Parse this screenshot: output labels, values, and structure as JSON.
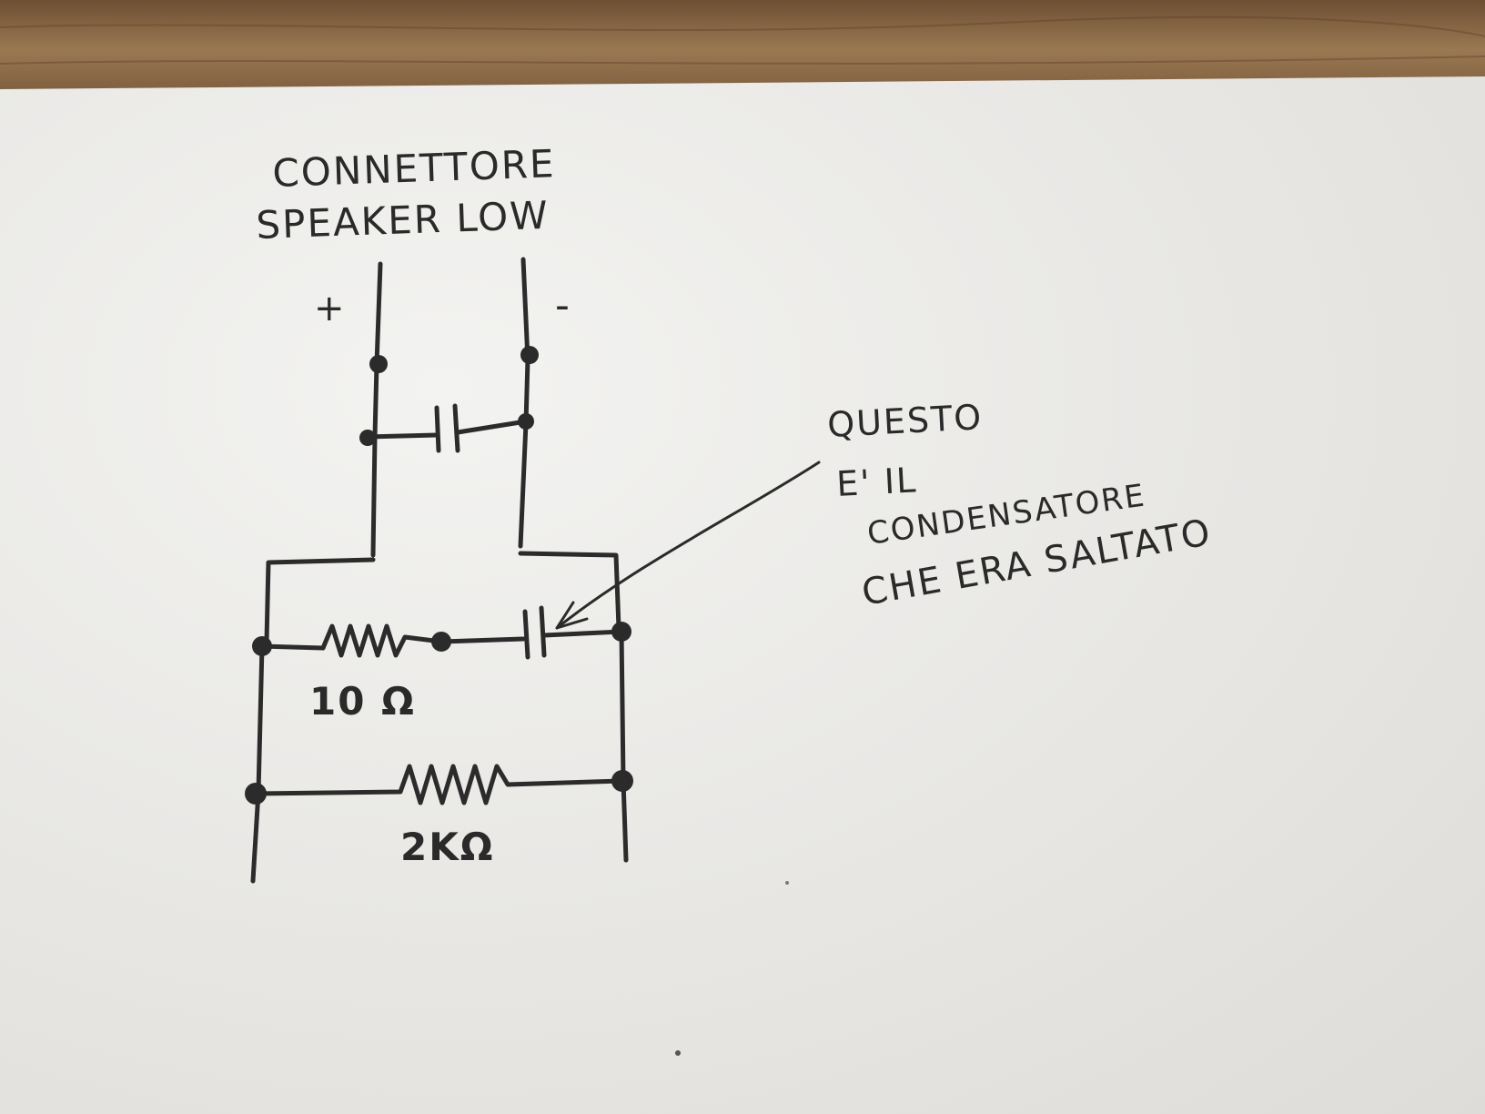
{
  "title": {
    "line1": "CONNETTORE",
    "line2": "SPEAKER LOW"
  },
  "terminals": {
    "plus": "+",
    "minus": "-"
  },
  "components": {
    "resistor_small": "10 Ω",
    "resistor_large": "2KΩ"
  },
  "annotation": {
    "line1": "QUESTO",
    "line2": "E' IL",
    "line3": "CONDENSATORE",
    "line4": "CHE ERA SALTATO"
  },
  "colors": {
    "ink": "#2b2b2b",
    "paper": "#ecebe8",
    "wood": "#8a6a48"
  }
}
